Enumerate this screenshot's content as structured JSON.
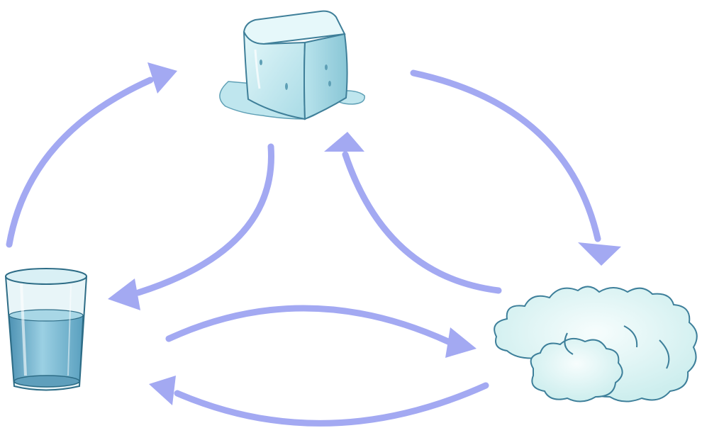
{
  "diagram": {
    "states": [
      {
        "id": "ice",
        "icon": "ice-cube-icon"
      },
      {
        "id": "water",
        "icon": "glass-of-water-icon"
      },
      {
        "id": "vapor",
        "icon": "cloud-icon"
      }
    ],
    "transitions": [
      {
        "from": "water",
        "to": "ice"
      },
      {
        "from": "ice",
        "to": "vapor"
      },
      {
        "from": "ice",
        "to": "water"
      },
      {
        "from": "vapor",
        "to": "ice"
      },
      {
        "from": "water",
        "to": "vapor"
      },
      {
        "from": "vapor",
        "to": "water"
      }
    ],
    "colors": {
      "arrow": "#a3a9f2",
      "ice_fill": "#cfeff3",
      "ice_stroke": "#3f7f99",
      "water": "#7fb8d2",
      "glass_stroke": "#2d6c86",
      "cloud_fill": "#e9f7f7",
      "cloud_stroke": "#3d7f9a"
    }
  }
}
